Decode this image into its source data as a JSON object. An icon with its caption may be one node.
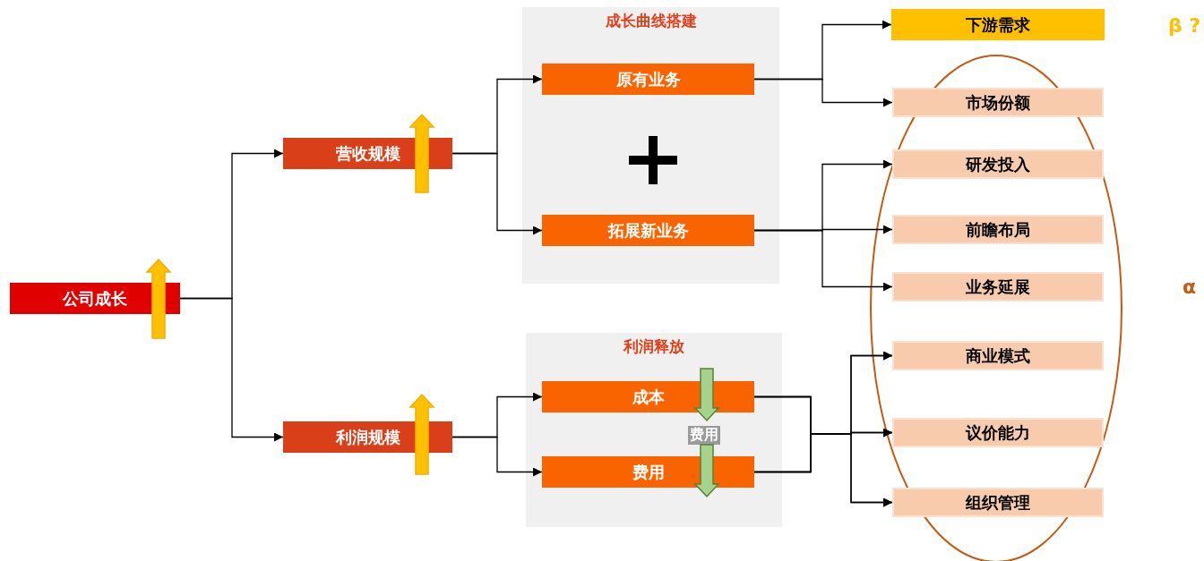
{
  "diagram": {
    "nodes": [
      {
        "text": [
          "公司成长"
        ]
      },
      {
        "text": [
          "营收规模"
        ]
      },
      {
        "text": [
          "利润规模"
        ]
      },
      {
        "text": [
          "成长曲线搭建"
        ]
      },
      {
        "text": [
          "原有业务"
        ],
        "in": 3
      },
      {
        "text": [
          "拓展新业务"
        ],
        "in": 3
      },
      {
        "text": [
          "利润释放"
        ]
      },
      {
        "text": [
          "成本"
        ],
        "in": 6
      },
      {
        "text": [
          "费用"
        ],
        "in": 6
      },
      {
        "text": [
          "下游需求"
        ]
      },
      {
        "text": [
          "市场份额"
        ]
      },
      {
        "text": [
          "研发投入"
        ]
      },
      {
        "text": [
          "前瞻布局"
        ]
      },
      {
        "text": [
          "业务延展"
        ]
      },
      {
        "text": [
          "商业模式"
        ]
      },
      {
        "text": [
          "议价能力"
        ]
      },
      {
        "text": [
          "组织管理"
        ]
      }
    ],
    "edges": [
      {
        "from": 0,
        "to": 1,
        "arrow": "to"
      },
      {
        "from": 0,
        "to": 2,
        "arrow": "to"
      },
      {
        "from": 1,
        "to": 4,
        "arrow": "to"
      },
      {
        "from": 1,
        "to": 5,
        "arrow": "to"
      },
      {
        "from": 2,
        "to": 7,
        "arrow": "to"
      },
      {
        "from": 2,
        "to": 8,
        "arrow": "to"
      },
      {
        "from": 4,
        "to": 9,
        "arrow": "to"
      },
      {
        "from": 4,
        "to": 10,
        "arrow": "to"
      },
      {
        "from": 5,
        "to": 11,
        "arrow": "to"
      },
      {
        "from": 5,
        "to": 12,
        "arrow": "to"
      },
      {
        "from": 5,
        "to": 13,
        "arrow": "to"
      },
      {
        "from": 7,
        "to": 14,
        "arrow": "to"
      },
      {
        "from": 7,
        "to": 15,
        "arrow": "to"
      },
      {
        "from": 7,
        "to": 16,
        "arrow": "to"
      },
      {
        "from": 8,
        "to": 14,
        "arrow": "to"
      },
      {
        "from": 8,
        "to": 15,
        "arrow": "to"
      },
      {
        "from": 8,
        "to": 16,
        "arrow": "to"
      }
    ],
    "labels": [
      "费用",
      "β ?",
      "α"
    ]
  }
}
